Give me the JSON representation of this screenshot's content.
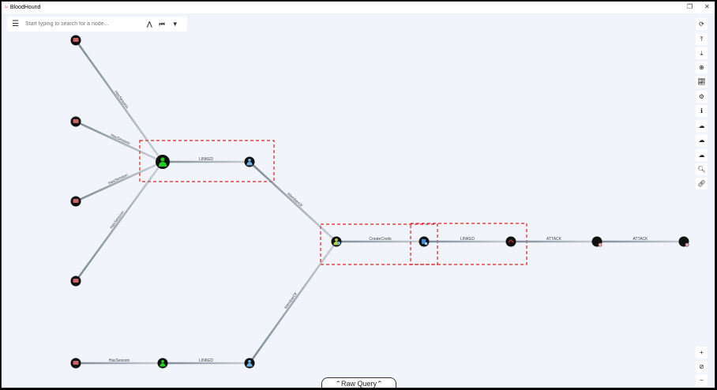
{
  "window": {
    "title": "BloodHound",
    "restore_icon": "restore-icon",
    "close_icon": "close-icon"
  },
  "search": {
    "placeholder": "Start typing to search for a node...",
    "value": ""
  },
  "toolbar": [
    "refresh",
    "upload",
    "download",
    "compass",
    "chart",
    "settings",
    "info",
    "cloud-upload",
    "cloud-upload",
    "cloud-upload",
    "search",
    "link"
  ],
  "zoom_controls": [
    "zoom-in",
    "reset",
    "zoom-out"
  ],
  "raw_query": {
    "label": "Raw Query"
  },
  "colors": {
    "highlight": "#e02020",
    "edge": "#7f8c95",
    "user_green": "#22cc22",
    "user_blue": "#6fb3e0",
    "computer": "#c96464",
    "background": "#f1f5fb"
  },
  "graph": {
    "nodes": [
      {
        "id": "c1",
        "type": "computer"
      },
      {
        "id": "c2",
        "type": "computer"
      },
      {
        "id": "c3",
        "type": "computer"
      },
      {
        "id": "c4",
        "type": "computer"
      },
      {
        "id": "u1",
        "type": "user-owned"
      },
      {
        "id": "u2",
        "type": "user-blue"
      },
      {
        "id": "g1",
        "type": "group"
      },
      {
        "id": "b1",
        "type": "blue-object"
      },
      {
        "id": "r1",
        "type": "red-object"
      },
      {
        "id": "k1",
        "type": "black"
      },
      {
        "id": "k2",
        "type": "black"
      },
      {
        "id": "c5",
        "type": "computer"
      },
      {
        "id": "u3",
        "type": "user-owned"
      },
      {
        "id": "u4",
        "type": "user-blue"
      }
    ],
    "edges": [
      {
        "from": "c1",
        "to": "u1",
        "label": "HasSession"
      },
      {
        "from": "c2",
        "to": "u1",
        "label": "HasSession"
      },
      {
        "from": "c3",
        "to": "u1",
        "label": "HasSession"
      },
      {
        "from": "c4",
        "to": "u1",
        "label": "HasSession"
      },
      {
        "from": "u1",
        "to": "u2",
        "label": "LINKED"
      },
      {
        "from": "u2",
        "to": "g1",
        "label": "MemberOf"
      },
      {
        "from": "u4",
        "to": "g1",
        "label": "MemberOf"
      },
      {
        "from": "g1",
        "to": "b1",
        "label": "CreateCreds"
      },
      {
        "from": "b1",
        "to": "r1",
        "label": "LINKED"
      },
      {
        "from": "r1",
        "to": "k1",
        "label": "ATTACK"
      },
      {
        "from": "k1",
        "to": "k2",
        "label": "ATTACK"
      },
      {
        "from": "c5",
        "to": "u3",
        "label": "HasSession"
      },
      {
        "from": "u3",
        "to": "u4",
        "label": "LINKED"
      }
    ]
  }
}
